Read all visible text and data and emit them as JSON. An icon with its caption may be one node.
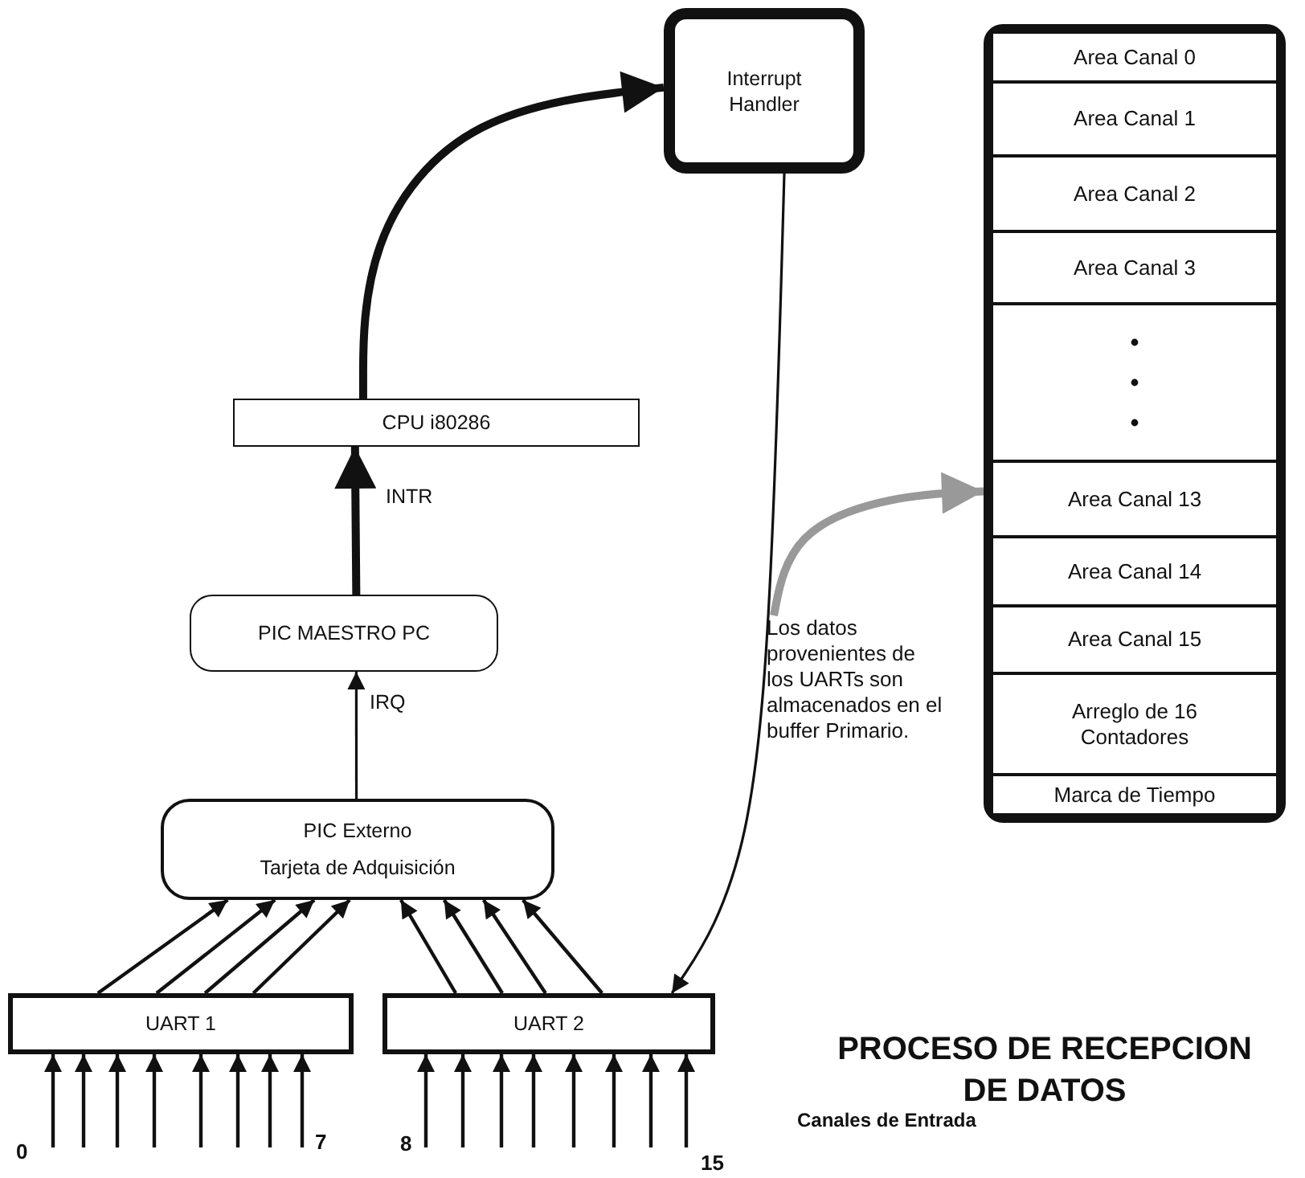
{
  "diagram": {
    "title": "PROCESO DE RECEPCION DE DATOS",
    "nodes": [
      {
        "text": [
          "Interrupt Handler"
        ]
      },
      {
        "text": [],
        "shape": "box"
      },
      {
        "text": [
          "Area Canal 0"
        ],
        "in": 1
      },
      {
        "text": [
          "Area Canal 1"
        ],
        "in": 1
      },
      {
        "text": [
          "Area Canal 2"
        ],
        "in": 1
      },
      {
        "text": [
          "Area Canal 3"
        ],
        "in": 1
      },
      {
        "text": [],
        "shape": "box",
        "in": 1
      },
      {
        "text": [
          "Area Canal 13"
        ],
        "in": 1
      },
      {
        "text": [
          "Area Canal 14"
        ],
        "in": 1
      },
      {
        "text": [
          "Area Canal 15"
        ],
        "in": 1
      },
      {
        "text": [
          "Arreglo de 16 Contadores"
        ],
        "in": 1
      },
      {
        "text": [
          "Marca de Tiempo"
        ],
        "in": 1
      },
      {
        "text": [
          "CPU i80286"
        ]
      },
      {
        "text": [
          "PIC MAESTRO PC"
        ]
      },
      {
        "text": [
          "Los datos provenientes de los UARTs son almacenados en el buffer Primario."
        ]
      },
      {
        "text": [
          "PIC Externo",
          "Tarjeta de Adquisición"
        ]
      },
      {
        "text": [
          "UART 1"
        ]
      },
      {
        "text": [
          "UART 2"
        ]
      }
    ],
    "edges": [
      {
        "from": 12,
        "to": 0,
        "arrow": "to",
        "style": "thick"
      },
      {
        "from": 13,
        "to": 12,
        "arrow": "to",
        "style": "thick",
        "label": "INTR"
      },
      {
        "from": 15,
        "to": 13,
        "arrow": "to",
        "label": "IRQ"
      },
      {
        "from": 0,
        "to": 17,
        "arrow": "to"
      },
      {
        "from": 14,
        "to": 1,
        "arrow": "to",
        "style": "thick",
        "color": "#999999"
      },
      {
        "from": 16,
        "to": 15,
        "arrow": "to"
      },
      {
        "from": 16,
        "to": 15,
        "arrow": "to"
      },
      {
        "from": 16,
        "to": 15,
        "arrow": "to"
      },
      {
        "from": 16,
        "to": 15,
        "arrow": "to"
      },
      {
        "from": 17,
        "to": 15,
        "arrow": "to"
      },
      {
        "from": 17,
        "to": 15,
        "arrow": "to"
      },
      {
        "from": 17,
        "to": 15,
        "arrow": "to"
      },
      {
        "from": 17,
        "to": 15,
        "arrow": "to"
      },
      {
        "from": null,
        "to": 16,
        "arrow": "to"
      },
      {
        "from": null,
        "to": 16,
        "arrow": "to"
      },
      {
        "from": null,
        "to": 16,
        "arrow": "to"
      },
      {
        "from": null,
        "to": 16,
        "arrow": "to"
      },
      {
        "from": null,
        "to": 16,
        "arrow": "to"
      },
      {
        "from": null,
        "to": 16,
        "arrow": "to"
      },
      {
        "from": null,
        "to": 16,
        "arrow": "to"
      },
      {
        "from": null,
        "to": 16,
        "arrow": "to"
      },
      {
        "from": null,
        "to": 17,
        "arrow": "to"
      },
      {
        "from": null,
        "to": 17,
        "arrow": "to"
      },
      {
        "from": null,
        "to": 17,
        "arrow": "to"
      },
      {
        "from": null,
        "to": 17,
        "arrow": "to"
      },
      {
        "from": null,
        "to": 17,
        "arrow": "to"
      },
      {
        "from": null,
        "to": 17,
        "arrow": "to"
      },
      {
        "from": null,
        "to": 17,
        "arrow": "to"
      },
      {
        "from": null,
        "to": 17,
        "arrow": "to"
      }
    ],
    "labels": [
      "0",
      "7",
      "8",
      "15",
      "Canales de Entrada"
    ]
  }
}
